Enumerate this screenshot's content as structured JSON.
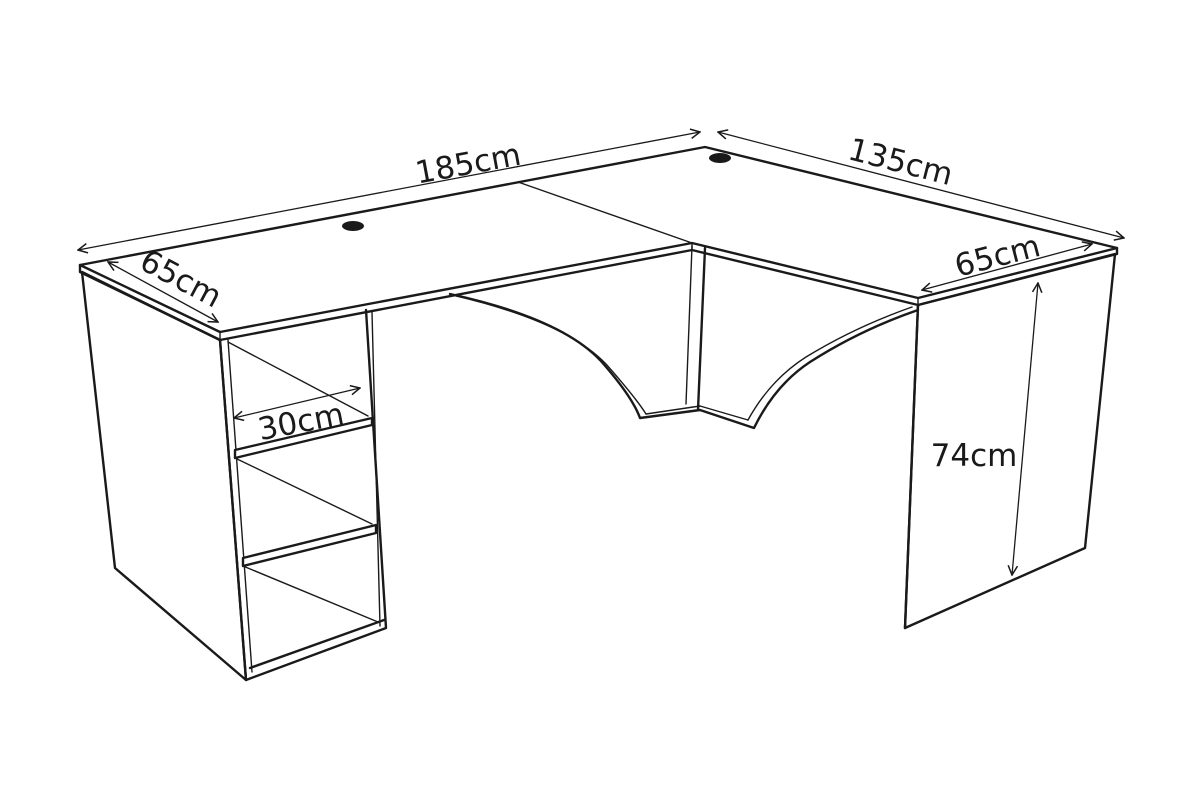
{
  "diagram": {
    "dimensions": {
      "total_width": "185cm",
      "return_length": "135cm",
      "left_depth": "65cm",
      "right_depth": "65cm",
      "shelf_width": "30cm",
      "height": "74cm"
    },
    "colors": {
      "line": "#1a1a1a",
      "background": "#ffffff"
    }
  }
}
